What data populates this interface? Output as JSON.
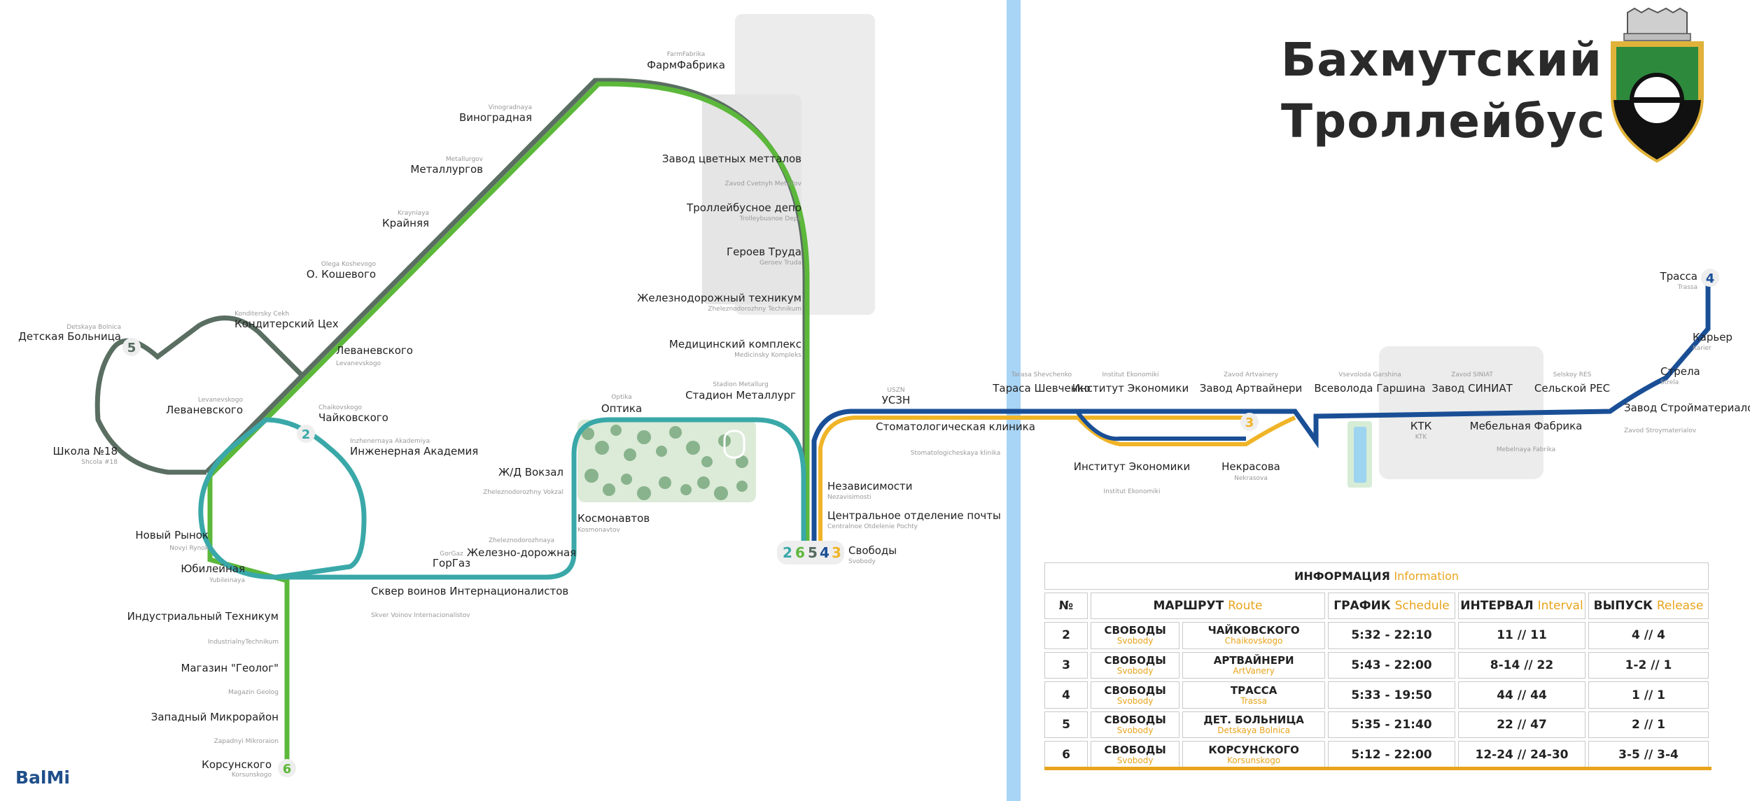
{
  "title": {
    "line1": "Бахмутский",
    "line2": "Троллейбус"
  },
  "brand": "BalMi",
  "colors": {
    "route2": "#3aa8a8",
    "route3": "#f0b428",
    "route4": "#1a4f96",
    "route5": "#556b5e",
    "route6": "#5cb83a",
    "divider": "#a8d4f5",
    "land": "#e9e9e9",
    "park": "#8ab48a"
  },
  "icons": {
    "emblem": "coat-of-arms-icon",
    "lake": "lake-icon",
    "park": "park-icon"
  },
  "routes": [
    "2",
    "6",
    "5",
    "4",
    "3"
  ],
  "stops": [
    {
      "id": "farmfabrika",
      "name": "ФармФабрика",
      "sub": "FarmFabrika"
    },
    {
      "id": "vinogradnaya",
      "name": "Виноградная",
      "sub": "Vinogradnaya"
    },
    {
      "id": "metallurgov",
      "name": "Металлургов",
      "sub": "Metallurgov"
    },
    {
      "id": "krainyaya",
      "name": "Крайняя",
      "sub": "Krayniaya"
    },
    {
      "id": "koshevogo",
      "name": "О. Кошевого",
      "sub": "Olega Koshevogo"
    },
    {
      "id": "konditer",
      "name": "Кондитерский Цех",
      "sub": "Konditersky Cekh"
    },
    {
      "id": "levanevskogo1",
      "name": "Леваневского",
      "sub": "Levanevskogo"
    },
    {
      "id": "detskaya",
      "name": "Детская Больница",
      "sub": "Detskaya Bolnica"
    },
    {
      "id": "levanevskogo2",
      "name": "Леваневского",
      "sub": "Levanevskogo"
    },
    {
      "id": "chaikovskogo",
      "name": "Чайковского",
      "sub": "Chaikovskogo"
    },
    {
      "id": "akademiya",
      "name": "Инженерная Академия",
      "sub": "Inzhenernaya Akademiya"
    },
    {
      "id": "shkola18",
      "name": "Школа №18",
      "sub": "Shcola #18"
    },
    {
      "id": "noviy",
      "name": "Новый Рынок",
      "sub": "Novyi Rynok"
    },
    {
      "id": "yubileynaya",
      "name": "Юбилейная",
      "sub": "Yubileinaya"
    },
    {
      "id": "industrial",
      "name": "Индустриальный Техникум",
      "sub": "IndustrialnyTechnikum"
    },
    {
      "id": "geolog",
      "name": "Магазин \"Геолог\"",
      "sub": "Magazin Geolog"
    },
    {
      "id": "zapadny",
      "name": "Западный Микрорайон",
      "sub": "Zapadnyi Mikroraion"
    },
    {
      "id": "korsunskogo",
      "name": "Корсунского",
      "sub": "Korsunskogo"
    },
    {
      "id": "skver",
      "name": "Сквер воинов Интернационалистов",
      "sub": "Skver Voinov Internacionalistov"
    },
    {
      "id": "gorgaz",
      "name": "ГорГаз",
      "sub": "GorGaz"
    },
    {
      "id": "zheldorozh",
      "name": "Железно-дорожная",
      "sub": "Zheleznodorozhnaya"
    },
    {
      "id": "kosmonavtov",
      "name": "Космонавтов",
      "sub": "Kosmonavtov"
    },
    {
      "id": "vokzal",
      "name": "Ж/Д Вокзал",
      "sub": "Zheleznodorozhny Vokzal"
    },
    {
      "id": "optika",
      "name": "Оптика",
      "sub": "Optika"
    },
    {
      "id": "stadion",
      "name": "Стадион Металлург",
      "sub": "Stadion Metallurg"
    },
    {
      "id": "zavodcvet",
      "name": "Завод цветных метталов",
      "sub": "Zavod Cvetnyh Metallov"
    },
    {
      "id": "depo",
      "name": "Троллейбусное депо",
      "sub": "Trolleybusnoe Depo"
    },
    {
      "id": "geroev",
      "name": "Героев Труда",
      "sub": "Geroev Truda"
    },
    {
      "id": "tehnikum",
      "name": "Железнодорожный техникум",
      "sub": "Zheleznodorozhny Technikum"
    },
    {
      "id": "medkompleks",
      "name": "Медицинский комплекс",
      "sub": "Medicinsky Kompleks"
    },
    {
      "id": "nezavisimosti",
      "name": "Независимости",
      "sub": "Nezavisimosti"
    },
    {
      "id": "pochta",
      "name": "Центральное отделение почты",
      "sub": "Centralnoe Otdelenie Pochty"
    },
    {
      "id": "svobody",
      "name": "Свободы",
      "sub": "Svobody"
    },
    {
      "id": "uszn",
      "name": "УСЗН",
      "sub": "USZN"
    },
    {
      "id": "stomat",
      "name": "Стоматологическая клиника",
      "sub": "Stomatologicheskaya klinika"
    },
    {
      "id": "shevchenko",
      "name": "Тараса Шевченко",
      "sub": "Tarasa Shevchenko"
    },
    {
      "id": "institut1",
      "name": "Институт Экономики",
      "sub": "Institut Ekonomiki"
    },
    {
      "id": "institut2",
      "name": "Институт Экономики",
      "sub": "Institut Ekonomiki"
    },
    {
      "id": "artvainery",
      "name": "Завод Артвайнери",
      "sub": "Zavod Artvainery"
    },
    {
      "id": "nekrasova",
      "name": "Некрасова",
      "sub": "Nekrasova"
    },
    {
      "id": "garshina",
      "name": "Всеволода Гаршина",
      "sub": "Vsevoloda Garshina"
    },
    {
      "id": "ktk",
      "name": "КТК",
      "sub": "KTK"
    },
    {
      "id": "siniat",
      "name": "Завод СИНИАТ",
      "sub": "Zavod SINIAT"
    },
    {
      "id": "mebel",
      "name": "Мебельная Фабрика",
      "sub": "Mebelnaya Fabrika"
    },
    {
      "id": "res",
      "name": "Сельской РЕС",
      "sub": "Selskoy RES"
    },
    {
      "id": "stroimat",
      "name": "Завод Стройматериалов",
      "sub": "Zavod Stroymaterialov"
    },
    {
      "id": "strela",
      "name": "Стрела",
      "sub": "Strela"
    },
    {
      "id": "karier",
      "name": "Карьер",
      "sub": "Karier"
    },
    {
      "id": "trassa",
      "name": "Трасса",
      "sub": "Trassa"
    }
  ],
  "bubbles": {
    "r2": "2",
    "r3": "3",
    "r4": "4",
    "r5": "5",
    "r6": "6"
  },
  "info": {
    "caption": "ИНФОРМАЦИЯ",
    "caption_en": "Information",
    "headers": [
      {
        "ru": "№",
        "en": ""
      },
      {
        "ru": "МАРШРУТ",
        "en": "Route"
      },
      {
        "ru": "ГРАФИК",
        "en": "Schedule"
      },
      {
        "ru": "ИНТЕРВАЛ",
        "en": "Interval"
      },
      {
        "ru": "ВЫПУСК",
        "en": "Release"
      }
    ],
    "rows": [
      {
        "num": "2",
        "from": "СВОБОДЫ",
        "from_en": "Svobody",
        "to": "ЧАЙКОВСКОГО",
        "to_en": "Chaikovskogo",
        "schedule": "5:32 - 22:10",
        "interval": "11 // 11",
        "release": "4 // 4"
      },
      {
        "num": "3",
        "from": "СВОБОДЫ",
        "from_en": "Svobody",
        "to": "АРТВАЙНЕРИ",
        "to_en": "ArtVanery",
        "schedule": "5:43 - 22:00",
        "interval": "8-14 // 22",
        "release": "1-2 // 1"
      },
      {
        "num": "4",
        "from": "СВОБОДЫ",
        "from_en": "Svobody",
        "to": "ТРАССА",
        "to_en": "Trassa",
        "schedule": "5:33 - 19:50",
        "interval": "44 // 44",
        "release": "1 // 1"
      },
      {
        "num": "5",
        "from": "СВОБОДЫ",
        "from_en": "Svobody",
        "to": "ДЕТ. БОЛЬНИЦА",
        "to_en": "Detskaya Bolnica",
        "schedule": "5:35 - 21:40",
        "interval": "22 // 47",
        "release": "2 // 1"
      },
      {
        "num": "6",
        "from": "СВОБОДЫ",
        "from_en": "Svobody",
        "to": "КОРСУНСКОГО",
        "to_en": "Korsunskogo",
        "schedule": "5:12 - 22:00",
        "interval": "12-24 // 24-30",
        "release": "3-5 // 3-4"
      }
    ]
  }
}
